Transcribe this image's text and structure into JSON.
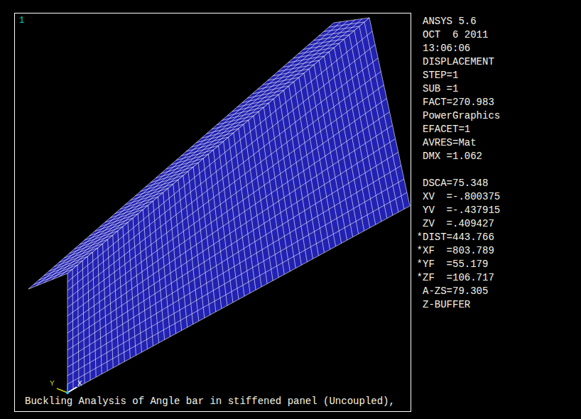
{
  "diagram": {
    "caption": "Buckling Analysis of Angle bar in stiffened panel (Uncoupled),",
    "labels": [
      "1",
      "ANSYS 5.6",
      "OCT  6 2011",
      "13:06:06",
      "DISPLACEMENT",
      "STEP=1",
      "SUB =1",
      "FACT=270.983",
      "PowerGraphics",
      "EFACET=1",
      "AVRES=Mat",
      "DMX =1.062",
      "DSCA=75.348",
      "XV  =-.800375",
      "YV  =-.437915",
      "ZV  =.409427",
      "*DIST=443.766",
      "*XF  =803.789",
      "*YF  =55.179",
      "*ZF  =106.717",
      "A-ZS=79.305",
      "Z-BUFFER",
      "Y",
      "X"
    ]
  }
}
